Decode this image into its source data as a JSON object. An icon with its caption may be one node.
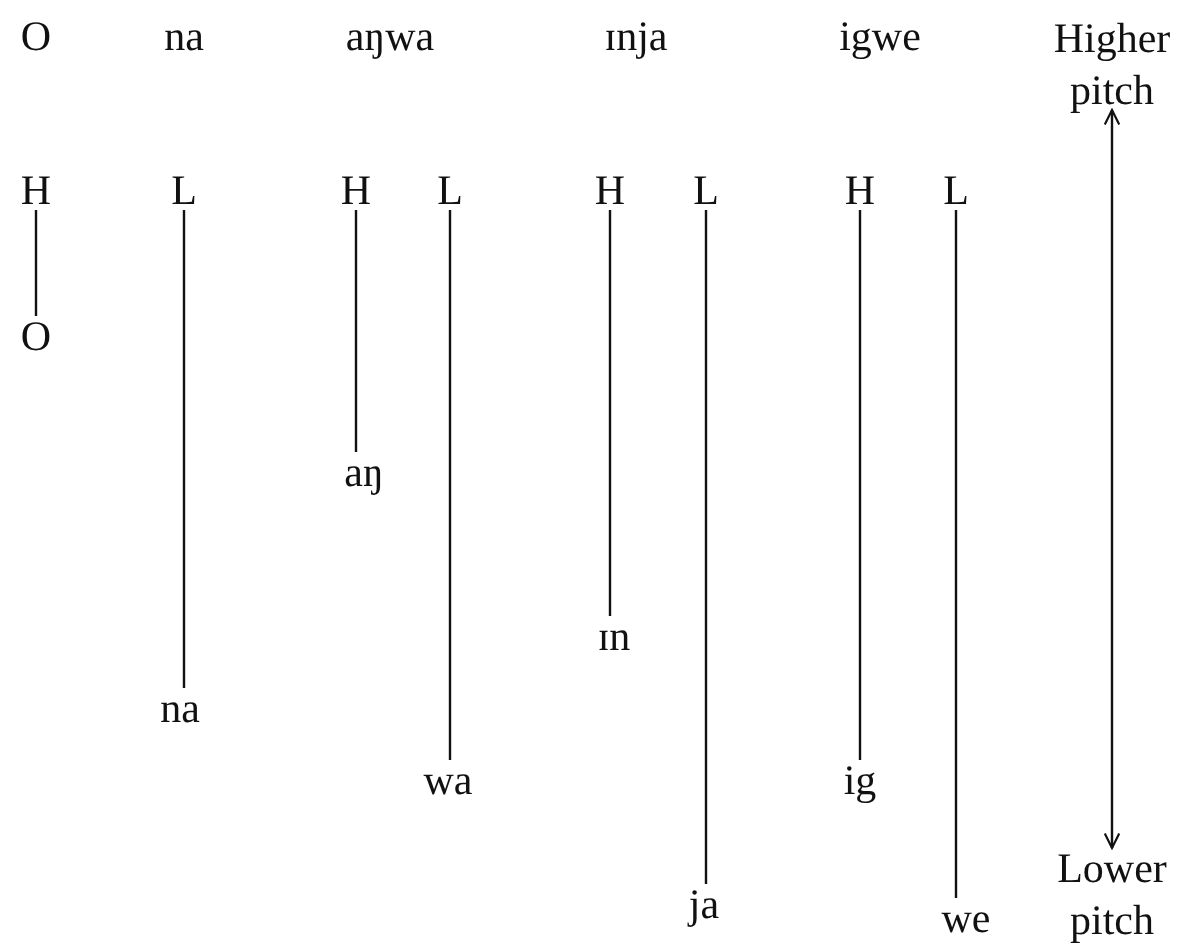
{
  "diagram": {
    "nodes": [
      {
        "text": [
          "Higher pitch"
        ]
      },
      {
        "text": [
          "H"
        ]
      },
      {
        "text": [
          "L"
        ]
      },
      {
        "text": [
          "H"
        ]
      },
      {
        "text": [
          "L"
        ]
      },
      {
        "text": [
          "H"
        ]
      },
      {
        "text": [
          "L"
        ]
      },
      {
        "text": [
          "H"
        ]
      },
      {
        "text": [
          "L"
        ]
      },
      {
        "text": [
          "O"
        ]
      },
      {
        "text": [
          "aŋ"
        ]
      },
      {
        "text": [
          "ɪn"
        ]
      },
      {
        "text": [
          "na"
        ]
      },
      {
        "text": [
          "wa"
        ]
      },
      {
        "text": [
          "ig"
        ]
      },
      {
        "text": [
          "ja"
        ]
      },
      {
        "text": [
          "we"
        ]
      },
      {
        "text": [
          "Lower pitch"
        ]
      }
    ],
    "edges": [
      {
        "from": 1,
        "to": 9,
        "arrow": "none"
      },
      {
        "from": 2,
        "to": 12,
        "arrow": "none"
      },
      {
        "from": 3,
        "to": 10,
        "arrow": "none"
      },
      {
        "from": 4,
        "to": 13,
        "arrow": "none"
      },
      {
        "from": 5,
        "to": 11,
        "arrow": "none"
      },
      {
        "from": 6,
        "to": 15,
        "arrow": "none"
      },
      {
        "from": 7,
        "to": 14,
        "arrow": "none"
      },
      {
        "from": 8,
        "to": 16,
        "arrow": "none"
      },
      {
        "from": 0,
        "to": 17,
        "arrow": "both"
      }
    ],
    "labels": [
      "O",
      "na",
      "aŋwa",
      "ɪnja",
      "igwe"
    ]
  }
}
